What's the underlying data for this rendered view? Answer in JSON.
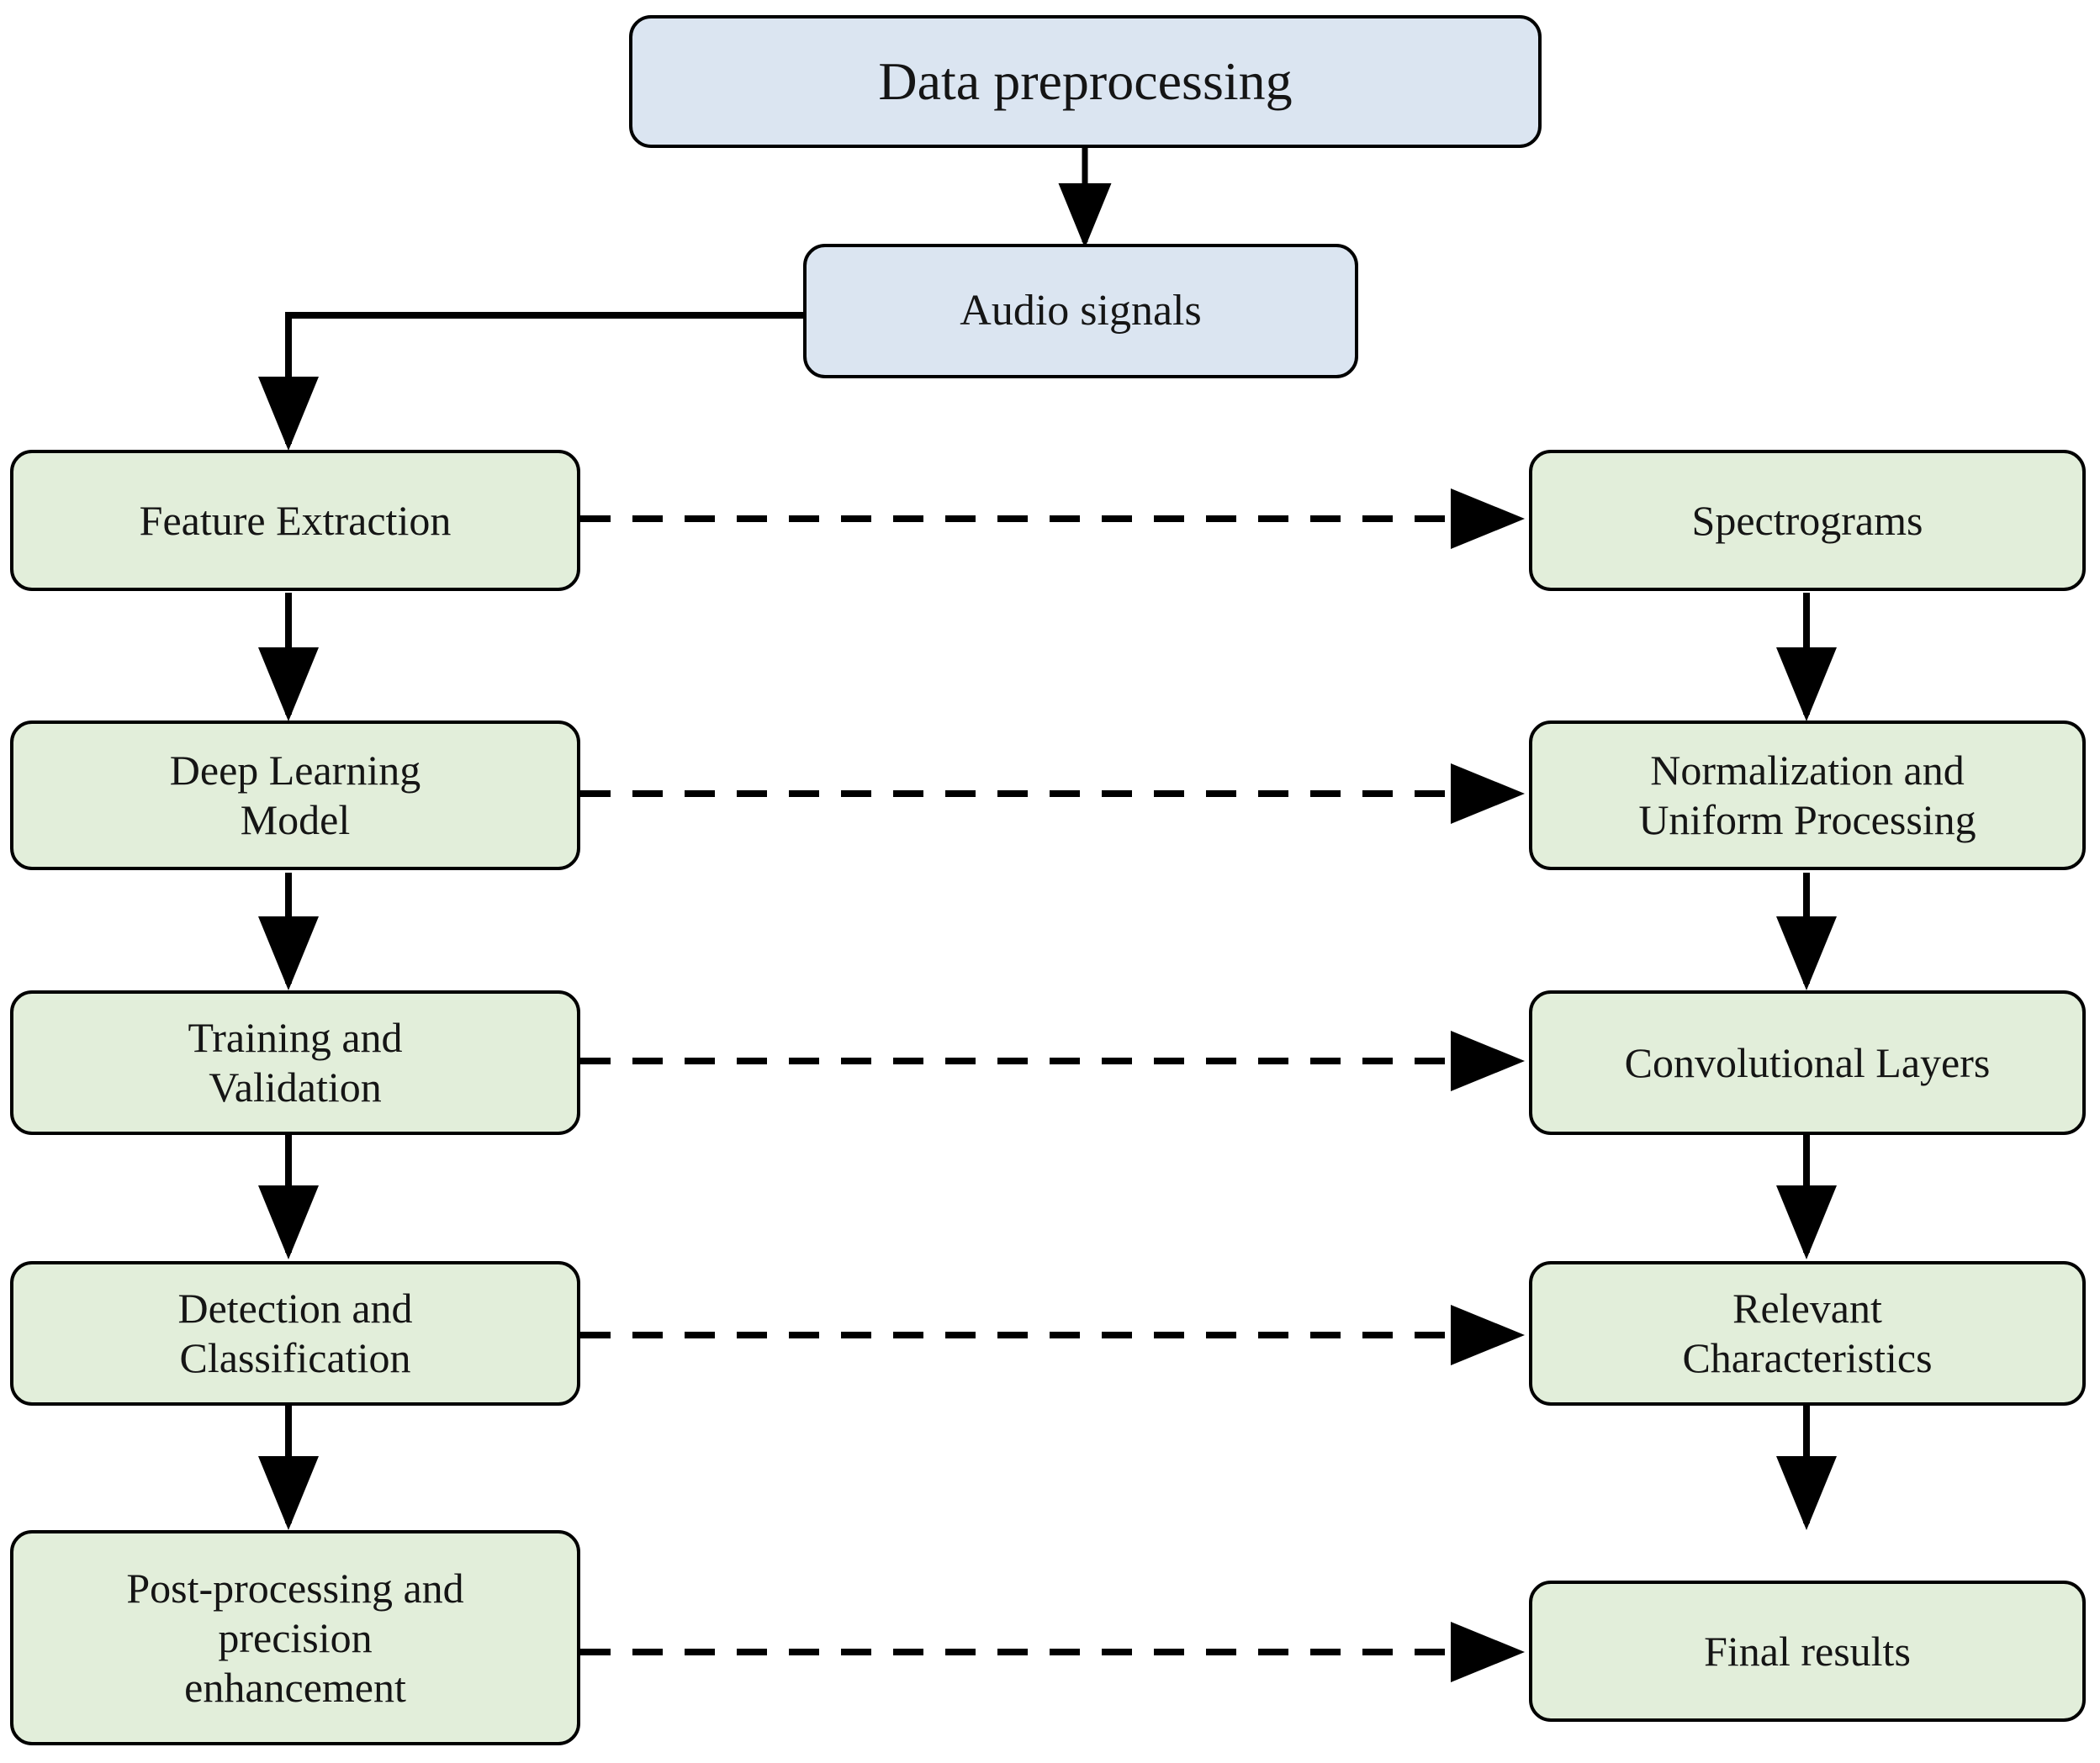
{
  "diagram": {
    "title": "Audio deep-learning processing pipeline flowchart",
    "colors": {
      "blue_fill": "#dbe5f1",
      "green_fill": "#e2eeda",
      "stroke": "#000000",
      "background": "#ffffff"
    },
    "nodes": [
      {
        "id": "data-preprocessing",
        "label": "Data preprocessing",
        "style": "blue",
        "column": "top"
      },
      {
        "id": "audio-signals",
        "label": "Audio signals",
        "style": "blue",
        "column": "top"
      },
      {
        "id": "feature-extraction",
        "label": "Feature Extraction",
        "style": "green",
        "column": "left"
      },
      {
        "id": "deep-learning-model",
        "label": "Deep Learning\nModel",
        "style": "green",
        "column": "left"
      },
      {
        "id": "training-validation",
        "label": "Training and\nValidation",
        "style": "green",
        "column": "left"
      },
      {
        "id": "detection-classification",
        "label": "Detection and\nClassification",
        "style": "green",
        "column": "left"
      },
      {
        "id": "post-processing",
        "label": "Post-processing and\nprecision\nenhancement",
        "style": "green",
        "column": "left"
      },
      {
        "id": "spectrograms",
        "label": "Spectrograms",
        "style": "green",
        "column": "right"
      },
      {
        "id": "normalization",
        "label": "Normalization and\nUniform Processing",
        "style": "green",
        "column": "right"
      },
      {
        "id": "convolutional-layers",
        "label": "Convolutional  Layers",
        "style": "green",
        "column": "right"
      },
      {
        "id": "relevant-characteristics",
        "label": "Relevant\nCharacteristics",
        "style": "green",
        "column": "right"
      },
      {
        "id": "final-results",
        "label": "Final results",
        "style": "green",
        "column": "right"
      }
    ],
    "edges": [
      {
        "from": "data-preprocessing",
        "to": "audio-signals",
        "kind": "solid-arrow",
        "shape": "vertical"
      },
      {
        "from": "audio-signals",
        "to": "feature-extraction",
        "kind": "solid-arrow",
        "shape": "elbow-left"
      },
      {
        "from": "feature-extraction",
        "to": "deep-learning-model",
        "kind": "solid-arrow",
        "shape": "vertical"
      },
      {
        "from": "deep-learning-model",
        "to": "training-validation",
        "kind": "solid-arrow",
        "shape": "vertical"
      },
      {
        "from": "training-validation",
        "to": "detection-classification",
        "kind": "solid-arrow",
        "shape": "vertical"
      },
      {
        "from": "detection-classification",
        "to": "post-processing",
        "kind": "solid-arrow",
        "shape": "vertical"
      },
      {
        "from": "feature-extraction",
        "to": "spectrograms",
        "kind": "dashed-arrow",
        "shape": "horizontal"
      },
      {
        "from": "deep-learning-model",
        "to": "normalization",
        "kind": "dashed-arrow",
        "shape": "horizontal"
      },
      {
        "from": "training-validation",
        "to": "convolutional-layers",
        "kind": "dashed-arrow",
        "shape": "horizontal"
      },
      {
        "from": "detection-classification",
        "to": "relevant-characteristics",
        "kind": "dashed-arrow",
        "shape": "horizontal"
      },
      {
        "from": "post-processing",
        "to": "final-results",
        "kind": "dashed-arrow",
        "shape": "horizontal"
      },
      {
        "from": "spectrograms",
        "to": "normalization",
        "kind": "solid-arrow",
        "shape": "vertical"
      },
      {
        "from": "normalization",
        "to": "convolutional-layers",
        "kind": "solid-arrow",
        "shape": "vertical"
      },
      {
        "from": "convolutional-layers",
        "to": "relevant-characteristics",
        "kind": "solid-arrow",
        "shape": "vertical"
      },
      {
        "from": "relevant-characteristics",
        "to": "final-results",
        "kind": "solid-arrow",
        "shape": "vertical"
      }
    ]
  }
}
